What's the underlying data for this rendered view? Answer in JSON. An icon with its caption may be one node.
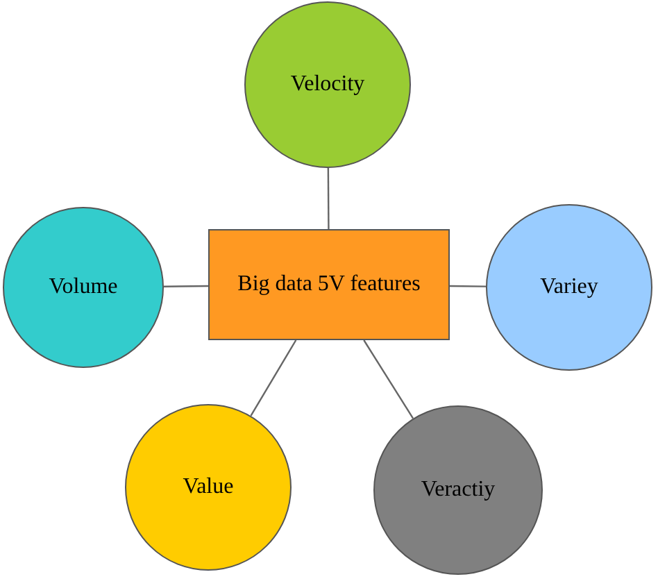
{
  "diagram": {
    "nodes": [
      {
        "text": [
          "Velocity"
        ]
      },
      {
        "text": [
          "Volume"
        ]
      },
      {
        "text": [
          "Big data 5V features"
        ]
      },
      {
        "text": [
          "Variey"
        ]
      },
      {
        "text": [
          "Value"
        ]
      },
      {
        "text": [
          "Veractiy"
        ]
      }
    ],
    "edges": [
      {
        "from": 2,
        "to": 0,
        "arrow": "none"
      },
      {
        "from": 2,
        "to": 1,
        "arrow": "none"
      },
      {
        "from": 2,
        "to": 3,
        "arrow": "none"
      },
      {
        "from": 2,
        "to": 4,
        "arrow": "none"
      },
      {
        "from": 2,
        "to": 5,
        "arrow": "none"
      }
    ]
  }
}
